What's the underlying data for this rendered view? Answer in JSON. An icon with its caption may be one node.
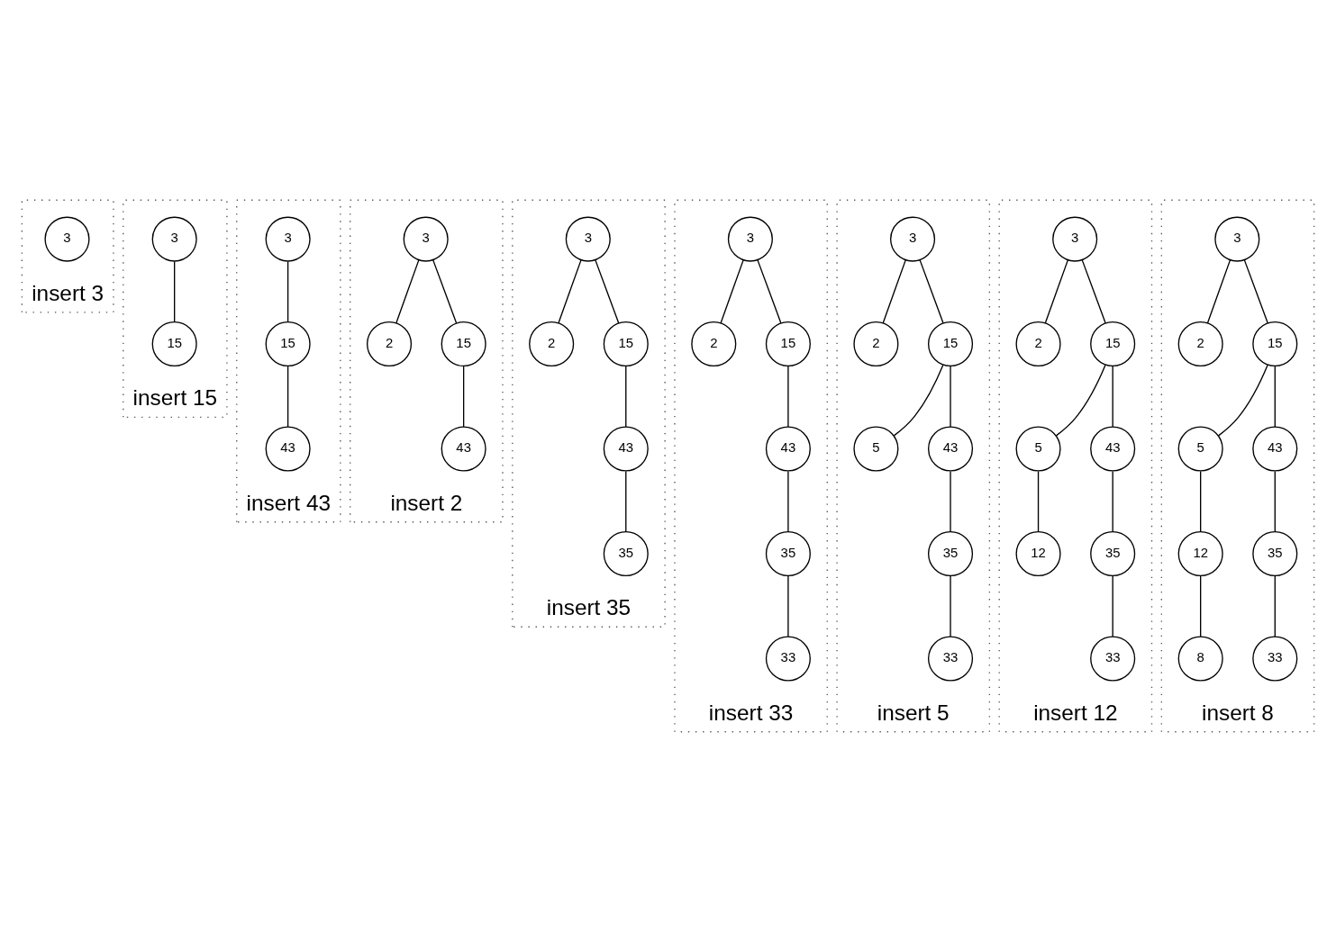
{
  "diagram": {
    "nodes": [
      {
        "text": [
          "insert 3"
        ]
      },
      {
        "text": [
          "3"
        ],
        "in": 0
      },
      {
        "text": [
          "insert 15"
        ]
      },
      {
        "text": [
          "3"
        ],
        "in": 2
      },
      {
        "text": [
          "15"
        ],
        "in": 2
      },
      {
        "text": [
          "insert 43"
        ]
      },
      {
        "text": [
          "3"
        ],
        "in": 5
      },
      {
        "text": [
          "15"
        ],
        "in": 5
      },
      {
        "text": [
          "43"
        ],
        "in": 5
      },
      {
        "text": [
          "insert 2"
        ]
      },
      {
        "text": [
          "3"
        ],
        "in": 9
      },
      {
        "text": [
          "2"
        ],
        "in": 9
      },
      {
        "text": [
          "15"
        ],
        "in": 9
      },
      {
        "text": [
          "43"
        ],
        "in": 9
      },
      {
        "text": [
          "insert 35"
        ]
      },
      {
        "text": [
          "3"
        ],
        "in": 14
      },
      {
        "text": [
          "2"
        ],
        "in": 14
      },
      {
        "text": [
          "15"
        ],
        "in": 14
      },
      {
        "text": [
          "43"
        ],
        "in": 14
      },
      {
        "text": [
          "35"
        ],
        "in": 14
      },
      {
        "text": [
          "insert 33"
        ]
      },
      {
        "text": [
          "3"
        ],
        "in": 20
      },
      {
        "text": [
          "2"
        ],
        "in": 20
      },
      {
        "text": [
          "15"
        ],
        "in": 20
      },
      {
        "text": [
          "43"
        ],
        "in": 20
      },
      {
        "text": [
          "35"
        ],
        "in": 20
      },
      {
        "text": [
          "33"
        ],
        "in": 20
      },
      {
        "text": [
          "insert 5"
        ]
      },
      {
        "text": [
          "3"
        ],
        "in": 27
      },
      {
        "text": [
          "2"
        ],
        "in": 27
      },
      {
        "text": [
          "15"
        ],
        "in": 27
      },
      {
        "text": [
          "5"
        ],
        "in": 27
      },
      {
        "text": [
          "43"
        ],
        "in": 27
      },
      {
        "text": [
          "35"
        ],
        "in": 27
      },
      {
        "text": [
          "33"
        ],
        "in": 27
      },
      {
        "text": [
          "insert 12"
        ]
      },
      {
        "text": [
          "3"
        ],
        "in": 35
      },
      {
        "text": [
          "2"
        ],
        "in": 35
      },
      {
        "text": [
          "15"
        ],
        "in": 35
      },
      {
        "text": [
          "5"
        ],
        "in": 35
      },
      {
        "text": [
          "43"
        ],
        "in": 35
      },
      {
        "text": [
          "12"
        ],
        "in": 35
      },
      {
        "text": [
          "35"
        ],
        "in": 35
      },
      {
        "text": [
          "33"
        ],
        "in": 35
      },
      {
        "text": [
          "insert 8"
        ]
      },
      {
        "text": [
          "3"
        ],
        "in": 44
      },
      {
        "text": [
          "2"
        ],
        "in": 44
      },
      {
        "text": [
          "15"
        ],
        "in": 44
      },
      {
        "text": [
          "5"
        ],
        "in": 44
      },
      {
        "text": [
          "43"
        ],
        "in": 44
      },
      {
        "text": [
          "12"
        ],
        "in": 44
      },
      {
        "text": [
          "35"
        ],
        "in": 44
      },
      {
        "text": [
          "8"
        ],
        "in": 44
      },
      {
        "text": [
          "33"
        ],
        "in": 44
      }
    ],
    "edges": [
      {
        "from": 3,
        "to": 4,
        "arrow": "none"
      },
      {
        "from": 6,
        "to": 7,
        "arrow": "none"
      },
      {
        "from": 7,
        "to": 8,
        "arrow": "none"
      },
      {
        "from": 10,
        "to": 11,
        "arrow": "none"
      },
      {
        "from": 10,
        "to": 12,
        "arrow": "none"
      },
      {
        "from": 12,
        "to": 13,
        "arrow": "none"
      },
      {
        "from": 15,
        "to": 16,
        "arrow": "none"
      },
      {
        "from": 15,
        "to": 17,
        "arrow": "none"
      },
      {
        "from": 17,
        "to": 18,
        "arrow": "none"
      },
      {
        "from": 18,
        "to": 19,
        "arrow": "none"
      },
      {
        "from": 21,
        "to": 22,
        "arrow": "none"
      },
      {
        "from": 21,
        "to": 23,
        "arrow": "none"
      },
      {
        "from": 23,
        "to": 24,
        "arrow": "none"
      },
      {
        "from": 24,
        "to": 25,
        "arrow": "none"
      },
      {
        "from": 25,
        "to": 26,
        "arrow": "none"
      },
      {
        "from": 28,
        "to": 29,
        "arrow": "none"
      },
      {
        "from": 28,
        "to": 30,
        "arrow": "none"
      },
      {
        "from": 30,
        "to": 31,
        "arrow": "none"
      },
      {
        "from": 30,
        "to": 32,
        "arrow": "none"
      },
      {
        "from": 32,
        "to": 33,
        "arrow": "none"
      },
      {
        "from": 33,
        "to": 34,
        "arrow": "none"
      },
      {
        "from": 36,
        "to": 37,
        "arrow": "none"
      },
      {
        "from": 36,
        "to": 38,
        "arrow": "none"
      },
      {
        "from": 38,
        "to": 39,
        "arrow": "none"
      },
      {
        "from": 38,
        "to": 40,
        "arrow": "none"
      },
      {
        "from": 39,
        "to": 41,
        "arrow": "none"
      },
      {
        "from": 40,
        "to": 42,
        "arrow": "none"
      },
      {
        "from": 42,
        "to": 43,
        "arrow": "none"
      },
      {
        "from": 45,
        "to": 46,
        "arrow": "none"
      },
      {
        "from": 45,
        "to": 47,
        "arrow": "none"
      },
      {
        "from": 47,
        "to": 48,
        "arrow": "none"
      },
      {
        "from": 47,
        "to": 49,
        "arrow": "none"
      },
      {
        "from": 48,
        "to": 50,
        "arrow": "none"
      },
      {
        "from": 49,
        "to": 51,
        "arrow": "none"
      },
      {
        "from": 50,
        "to": 52,
        "arrow": "none"
      },
      {
        "from": 51,
        "to": 53,
        "arrow": "none"
      }
    ]
  }
}
